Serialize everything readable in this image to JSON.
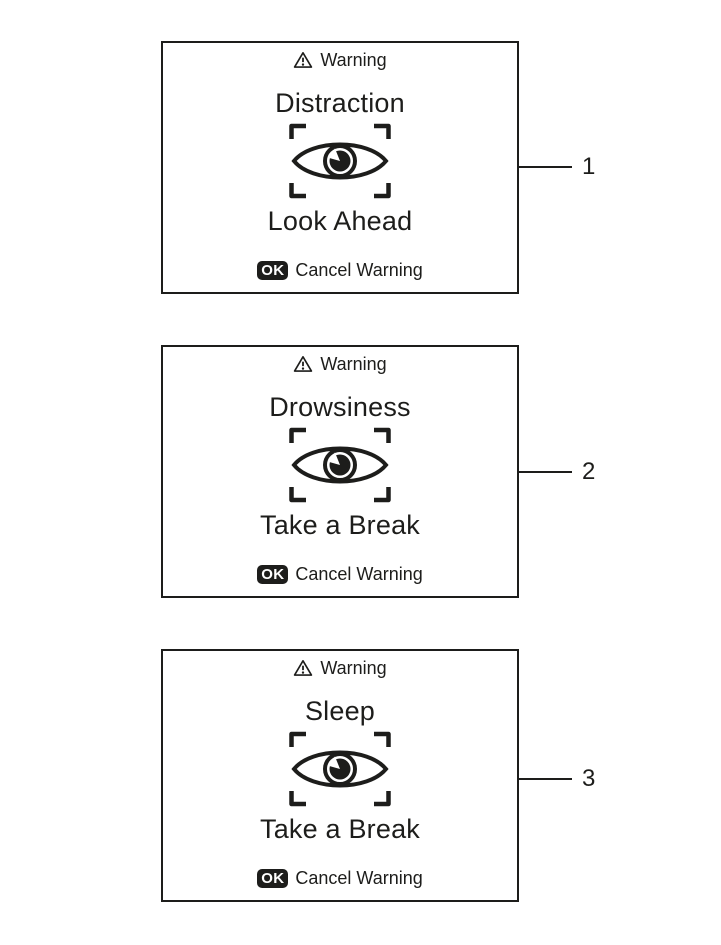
{
  "page": {
    "background_color": "#ffffff",
    "ink_color": "#1d1d1b"
  },
  "panels": [
    {
      "callout_label": "1",
      "header_label": "Warning",
      "title": "Distraction",
      "icon": "eye-detection-icon",
      "message": "Look Ahead",
      "ok_label": "OK",
      "action_label": "Cancel Warning"
    },
    {
      "callout_label": "2",
      "header_label": "Warning",
      "title": "Drowsiness",
      "icon": "eye-detection-icon",
      "message": "Take a Break",
      "ok_label": "OK",
      "action_label": "Cancel Warning"
    },
    {
      "callout_label": "3",
      "header_label": "Warning",
      "title": "Sleep",
      "icon": "eye-detection-icon",
      "message": "Take a Break",
      "ok_label": "OK",
      "action_label": "Cancel Warning"
    }
  ]
}
